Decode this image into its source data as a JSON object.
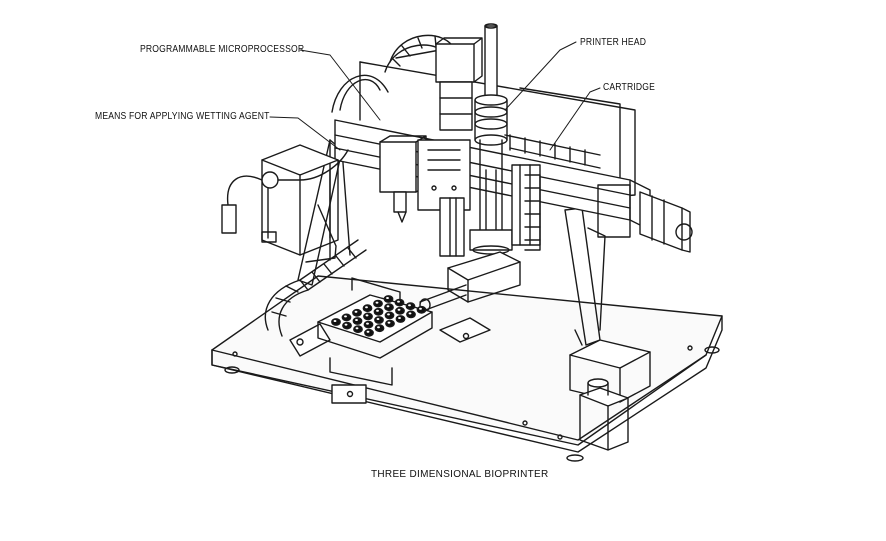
{
  "labels": {
    "microprocessor": "PROGRAMMABLE MICROPROCESSOR",
    "wetting_agent": "MEANS FOR APPLYING WETTING AGENT",
    "printer_head": "PRINTER HEAD",
    "cartridge": "CARTRIDGE"
  },
  "caption": "THREE DIMENSIONAL BIOPRINTER",
  "well_plate": {
    "rows": 4,
    "cols": 6
  },
  "colors": {
    "line": "#1a1a1a",
    "background": "#ffffff",
    "well": "#111111"
  }
}
